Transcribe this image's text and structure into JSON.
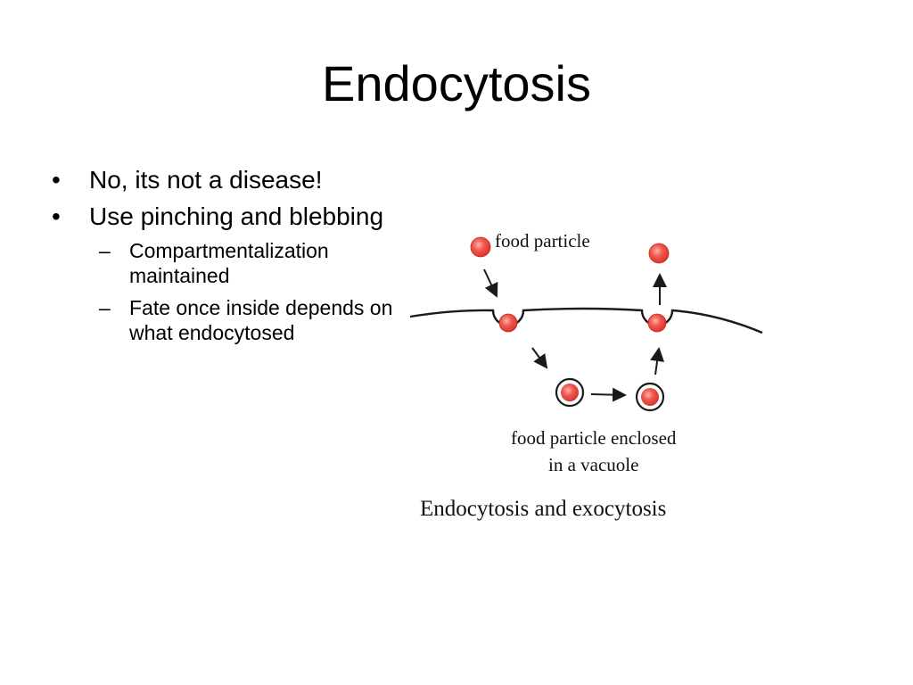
{
  "slide": {
    "title": "Endocytosis",
    "bullets": [
      {
        "text": "No, its not a disease!",
        "children": []
      },
      {
        "text": "Use pinching and blebbing",
        "children": [
          {
            "text": "Compartmentalization maintained"
          },
          {
            "text": "Fate once inside depends on what endocytosed"
          }
        ]
      }
    ],
    "bullet_glyph": "•",
    "sub_bullet_glyph": "–"
  },
  "figure": {
    "label_top": "food particle",
    "label_enclosed_line1": "food particle enclosed",
    "label_enclosed_line2": "in a vacuole",
    "caption": "Endocytosis and exocytosis",
    "particle_color": "#e8483e",
    "membrane_color": "#1a1a1a"
  }
}
